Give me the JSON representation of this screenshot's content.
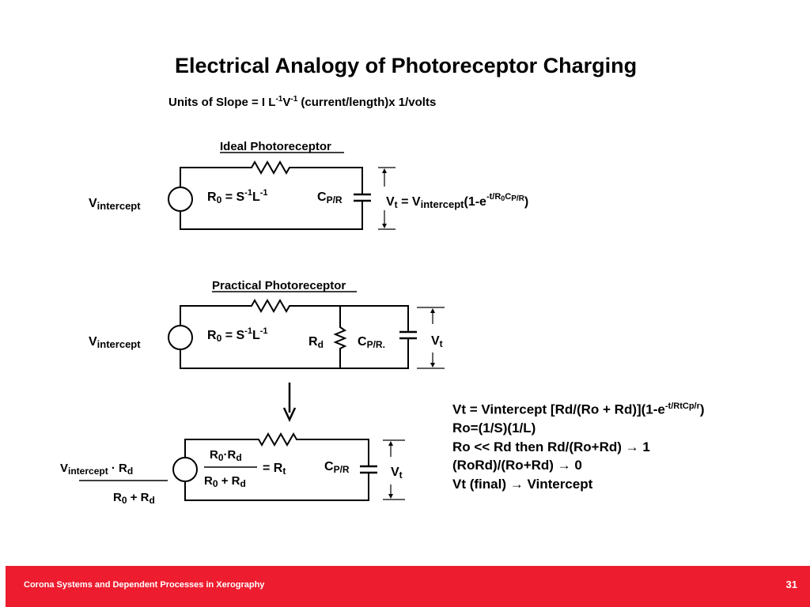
{
  "slide": {
    "title": "Electrical Analogy of Photoreceptor Charging",
    "units": {
      "prefix": "Units of Slope = I L",
      "sup1": "-1",
      "mid": "V",
      "sup2": "-1",
      "suffix": " (current/length)x 1/volts"
    }
  },
  "ideal": {
    "heading": "Ideal Photoreceptor",
    "source_main": "V",
    "source_sub": "intercept",
    "r0_main": "R",
    "r0_sub": "0",
    "r0_eq": " = S",
    "r0_sup1": "-1",
    "r0_mid": "L",
    "r0_sup2": "-1",
    "cap_main": "C",
    "cap_sub": "P/R",
    "eq_v": "V",
    "eq_t": "t",
    "eq_eqv": " = V",
    "eq_int": "intercept",
    "eq_paren": "(1-e",
    "eq_exp": "-t/R",
    "eq_exp0": "0",
    "eq_expc": "C",
    "eq_pr": "P/R",
    "eq_close": ")"
  },
  "practical": {
    "heading": "Practical Photoreceptor",
    "source_main": "V",
    "source_sub": "intercept",
    "r0_main": "R",
    "r0_sub": "0",
    "r0_eq": " = S",
    "r0_sup1": "-1",
    "r0_mid": "L",
    "r0_sup2": "-1",
    "rd_main": "R",
    "rd_sub": "d",
    "cap_main": "C",
    "cap_sub": "P/R.",
    "vt_main": "V",
    "vt_sub": "t"
  },
  "equivalent": {
    "src_main": "V",
    "src_sub": "intercept",
    "src_dot": " · R",
    "src_d": "d",
    "den_r": "R",
    "den_0": "0",
    "den_plus": " + R",
    "den_d": "d",
    "num_r": "R",
    "num_0": "0",
    "num_dot": "·R",
    "num_d": "d",
    "fden_r": "R",
    "fden_0": "0",
    "fden_plus": " + R",
    "fden_d": "d",
    "rt_eq": "= R",
    "rt_sub": "t",
    "cap_main": "C",
    "cap_sub": "P/R",
    "vt_main": "V",
    "vt_sub": "t"
  },
  "equations": {
    "line1_pre": "Vt = Vintercept [Rd/(Ro + Rd)](1-e",
    "line1_sup": "-t/RtCp/r",
    "line1_post": ")",
    "line2": "Ro=(1/S)(1/L)",
    "line3": "Ro << Rd then Rd/(Ro+Rd) → 1",
    "line4": "(RoRd)/(Ro+Rd) → 0",
    "line5": "Vt (final) → Vintercept"
  },
  "footer": {
    "text": "Corona Systems and Dependent Processes in Xerography",
    "page": "31"
  },
  "colors": {
    "footer_bg": "#ed1c2e",
    "footer_text": "#ffffff"
  }
}
